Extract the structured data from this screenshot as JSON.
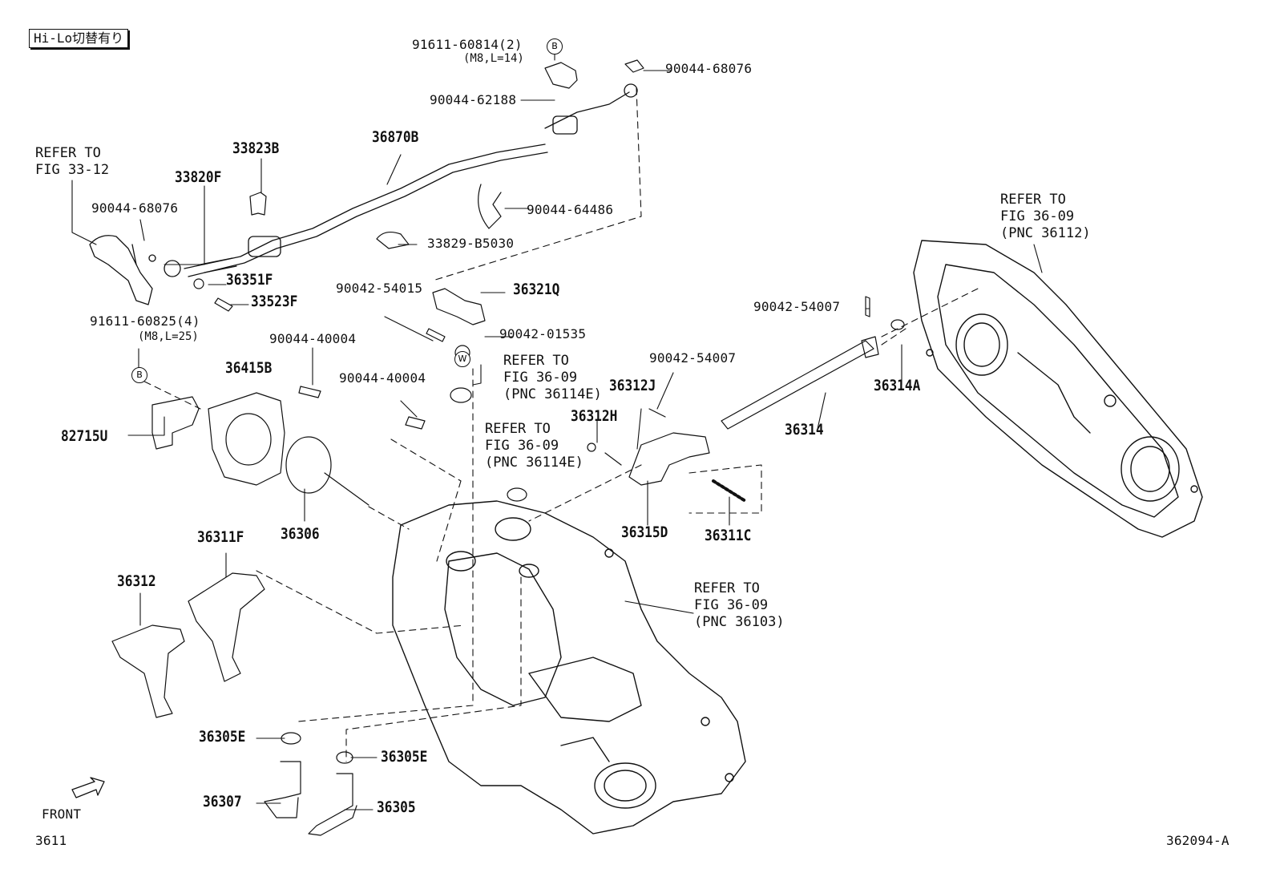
{
  "header": {
    "variant_tag": "Hi-Lo切替有り"
  },
  "markers": {
    "b1": "B",
    "b2": "B",
    "w": "W"
  },
  "labels": {
    "p_91611_60814": "91611-60814(2)",
    "p_91611_60814_spec": "(M8,L=14)",
    "p_90044_68076_top": "90044-68076",
    "p_90044_62188": "90044-62188",
    "p_36870B": "36870B",
    "p_33823B": "33823B",
    "p_33820F": "33820F",
    "p_90044_68076_left": "90044-68076",
    "p_90044_64486": "90044-64486",
    "p_33829_B5030": "33829-B5030",
    "p_36351F": "36351F",
    "p_33523F": "33523F",
    "p_90042_54015": "90042-54015",
    "p_36321Q": "36321Q",
    "p_91611_60825": "91611-60825(4)",
    "p_91611_60825_spec": "(M8,L=25)",
    "p_90044_40004_a": "90044-40004",
    "p_90042_01535": "90042-01535",
    "p_36415B": "36415B",
    "p_90044_40004_b": "90044-40004",
    "p_90042_54007_a": "90042-54007",
    "p_90042_54007_b": "90042-54007",
    "p_36314A": "36314A",
    "p_36312J": "36312J",
    "p_82715U": "82715U",
    "p_36312H": "36312H",
    "p_36314": "36314",
    "p_36306": "36306",
    "p_36315D": "36315D",
    "p_36311C": "36311C",
    "p_36311F": "36311F",
    "p_36312": "36312",
    "p_36305E_a": "36305E",
    "p_36305E_b": "36305E",
    "p_36307": "36307",
    "p_36305": "36305"
  },
  "references": {
    "r_33_12": "REFER TO\nFIG 33-12",
    "r_36112": "REFER TO\nFIG 36-09\n(PNC 36112)",
    "r_36114E_a": "REFER TO\nFIG 36-09\n(PNC 36114E)",
    "r_36114E_b": "REFER TO\nFIG 36-09\n(PNC 36114E)",
    "r_36103": "REFER TO\nFIG 36-09\n(PNC 36103)"
  },
  "footer": {
    "front": "FRONT",
    "section": "3611",
    "figure_id": "362094-A"
  }
}
